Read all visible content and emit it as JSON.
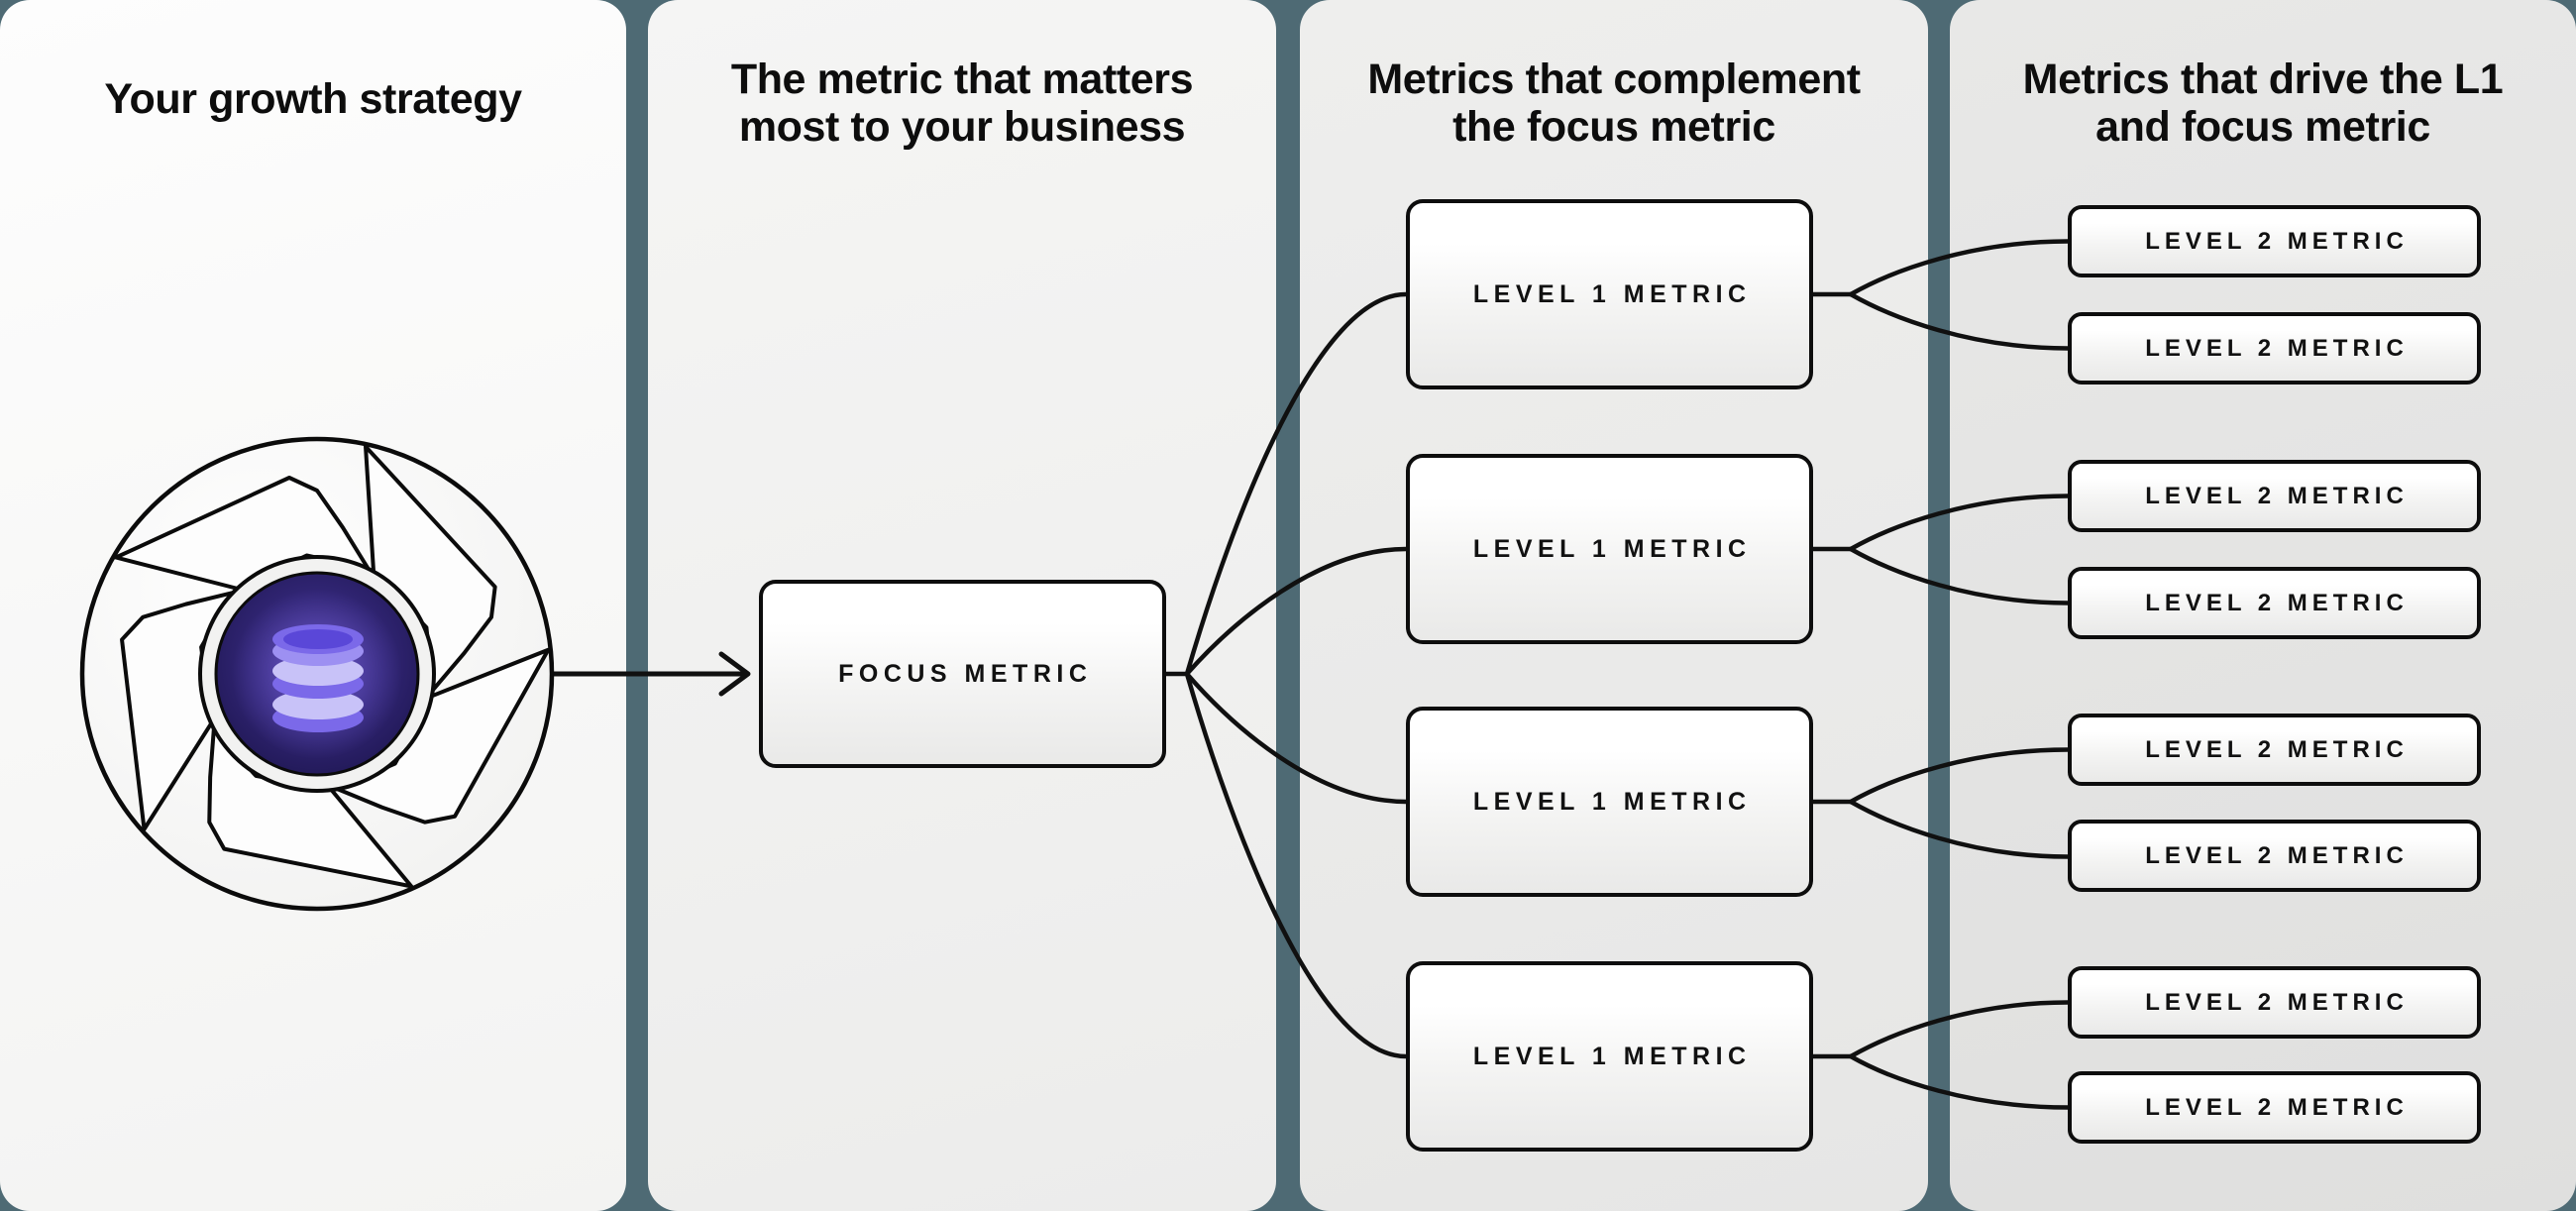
{
  "colors": {
    "background_teal": "#4e6a74",
    "ink": "#0d0d0d",
    "panel_1": "#f8f8f7",
    "panel_2": "#f1f1f0",
    "panel_3": "#eaeaea",
    "panel_4": "#e3e3e2",
    "node_fill_top": "#ffffff",
    "node_fill_bottom": "#e9e9e8",
    "core_navy_purple": "#2c2169",
    "core_glow_violet": "#7c66ff",
    "database_lavender": "#c8c2f8",
    "database_purple": "#7b69e9"
  },
  "panels": [
    {
      "title_lines": [
        "Your growth strategy"
      ]
    },
    {
      "title_lines": [
        "The metric that matters",
        "most to your business"
      ]
    },
    {
      "title_lines": [
        "Metrics that complement",
        "the focus metric"
      ]
    },
    {
      "title_lines": [
        "Metrics that drive the L1",
        "and focus metric"
      ]
    }
  ],
  "nodes": {
    "focus": {
      "label": "FOCUS METRIC"
    },
    "level1": [
      {
        "label": "LEVEL 1 METRIC"
      },
      {
        "label": "LEVEL 1 METRIC"
      },
      {
        "label": "LEVEL 1 METRIC"
      },
      {
        "label": "LEVEL 1 METRIC"
      }
    ],
    "level2": [
      {
        "label": "LEVEL 2 METRIC"
      },
      {
        "label": "LEVEL 2 METRIC"
      },
      {
        "label": "LEVEL 2 METRIC"
      },
      {
        "label": "LEVEL 2 METRIC"
      },
      {
        "label": "LEVEL 2 METRIC"
      },
      {
        "label": "LEVEL 2 METRIC"
      },
      {
        "label": "LEVEL 2 METRIC"
      },
      {
        "label": "LEVEL 2 METRIC"
      }
    ]
  },
  "icons": {
    "flywheel": "growth-flywheel-icon",
    "database": "database-stack-icon",
    "arrow": "right-arrow-icon"
  }
}
